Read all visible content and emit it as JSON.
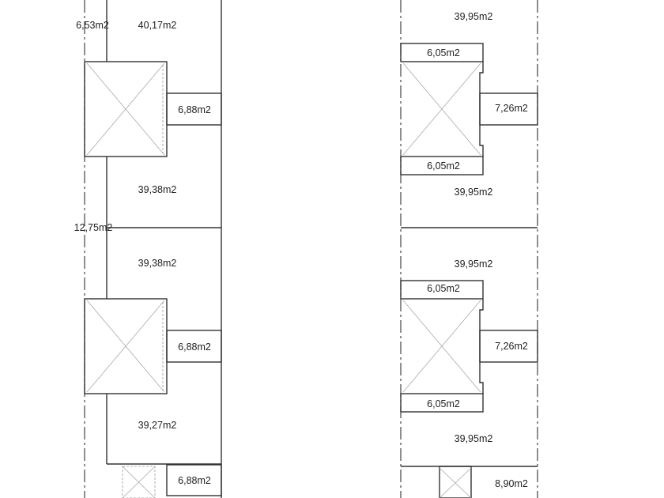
{
  "left_plan": {
    "labels": [
      "6,53m2",
      "40,17m2",
      "6,88m2",
      "39,38m2",
      "12,75m2",
      "39,38m2",
      "6,88m2",
      "39,27m2",
      "6,88m2"
    ]
  },
  "right_plan": {
    "labels": [
      "39,95m2",
      "6,05m2",
      "7,26m2",
      "6,05m2",
      "39,95m2",
      "39,95m2",
      "6,05m2",
      "7,26m2",
      "6,05m2",
      "39,95m2",
      "8,90m2"
    ]
  }
}
